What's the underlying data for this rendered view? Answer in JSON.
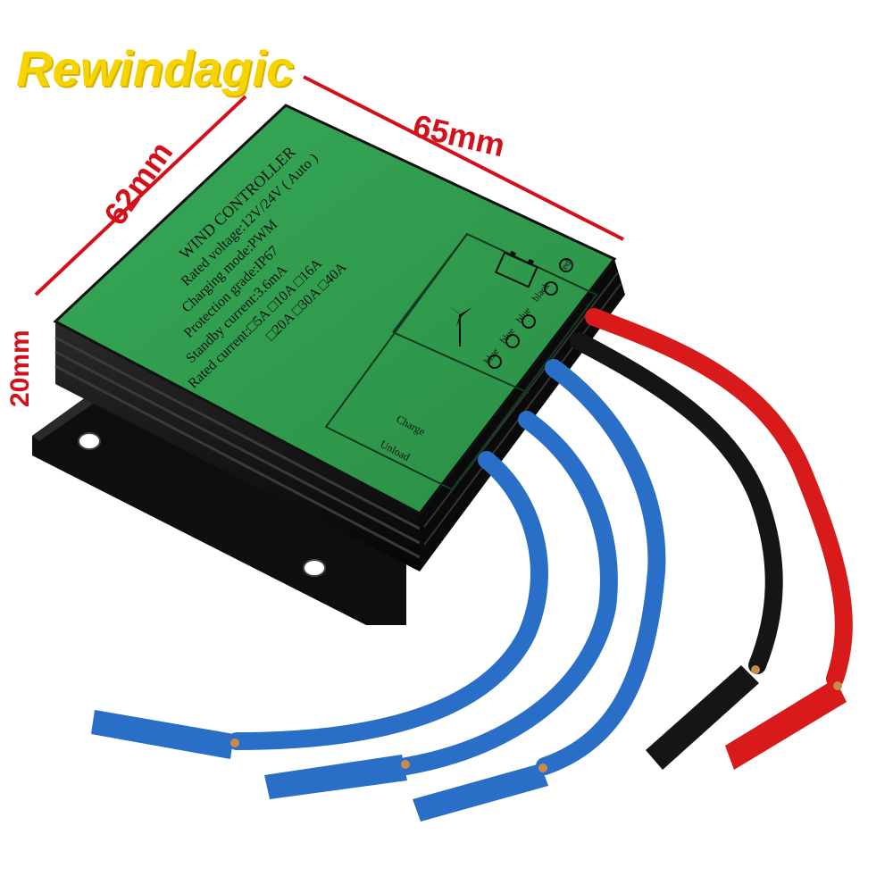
{
  "brand": "Rewindagic",
  "dimensions": {
    "width": "65mm",
    "depth": "62mm",
    "height": "20mm"
  },
  "label": {
    "title": "WIND CONTROLLER",
    "lines": [
      "Rated voltage:12V/24V ( Auto )",
      "Charging mode:PWM",
      "Protection grade:IP67",
      "Standby current:3.6mA",
      "Rated current:□5A  □10A  □16A",
      "□20A  □30A  □40A"
    ],
    "terminal_labels": {
      "black": "black",
      "red": "red",
      "blue1": "blue",
      "blue2": "blue",
      "blue3": "blue"
    },
    "indicators": {
      "charge": "Charge",
      "unload": "Unload"
    }
  },
  "colors": {
    "brand": "#f5d400",
    "dimension": "#d4101a",
    "panel": "#2f9e4d",
    "body": "#111111",
    "wire_red": "#d81a1a",
    "wire_black": "#151515",
    "wire_blue": "#2a6fc7"
  }
}
